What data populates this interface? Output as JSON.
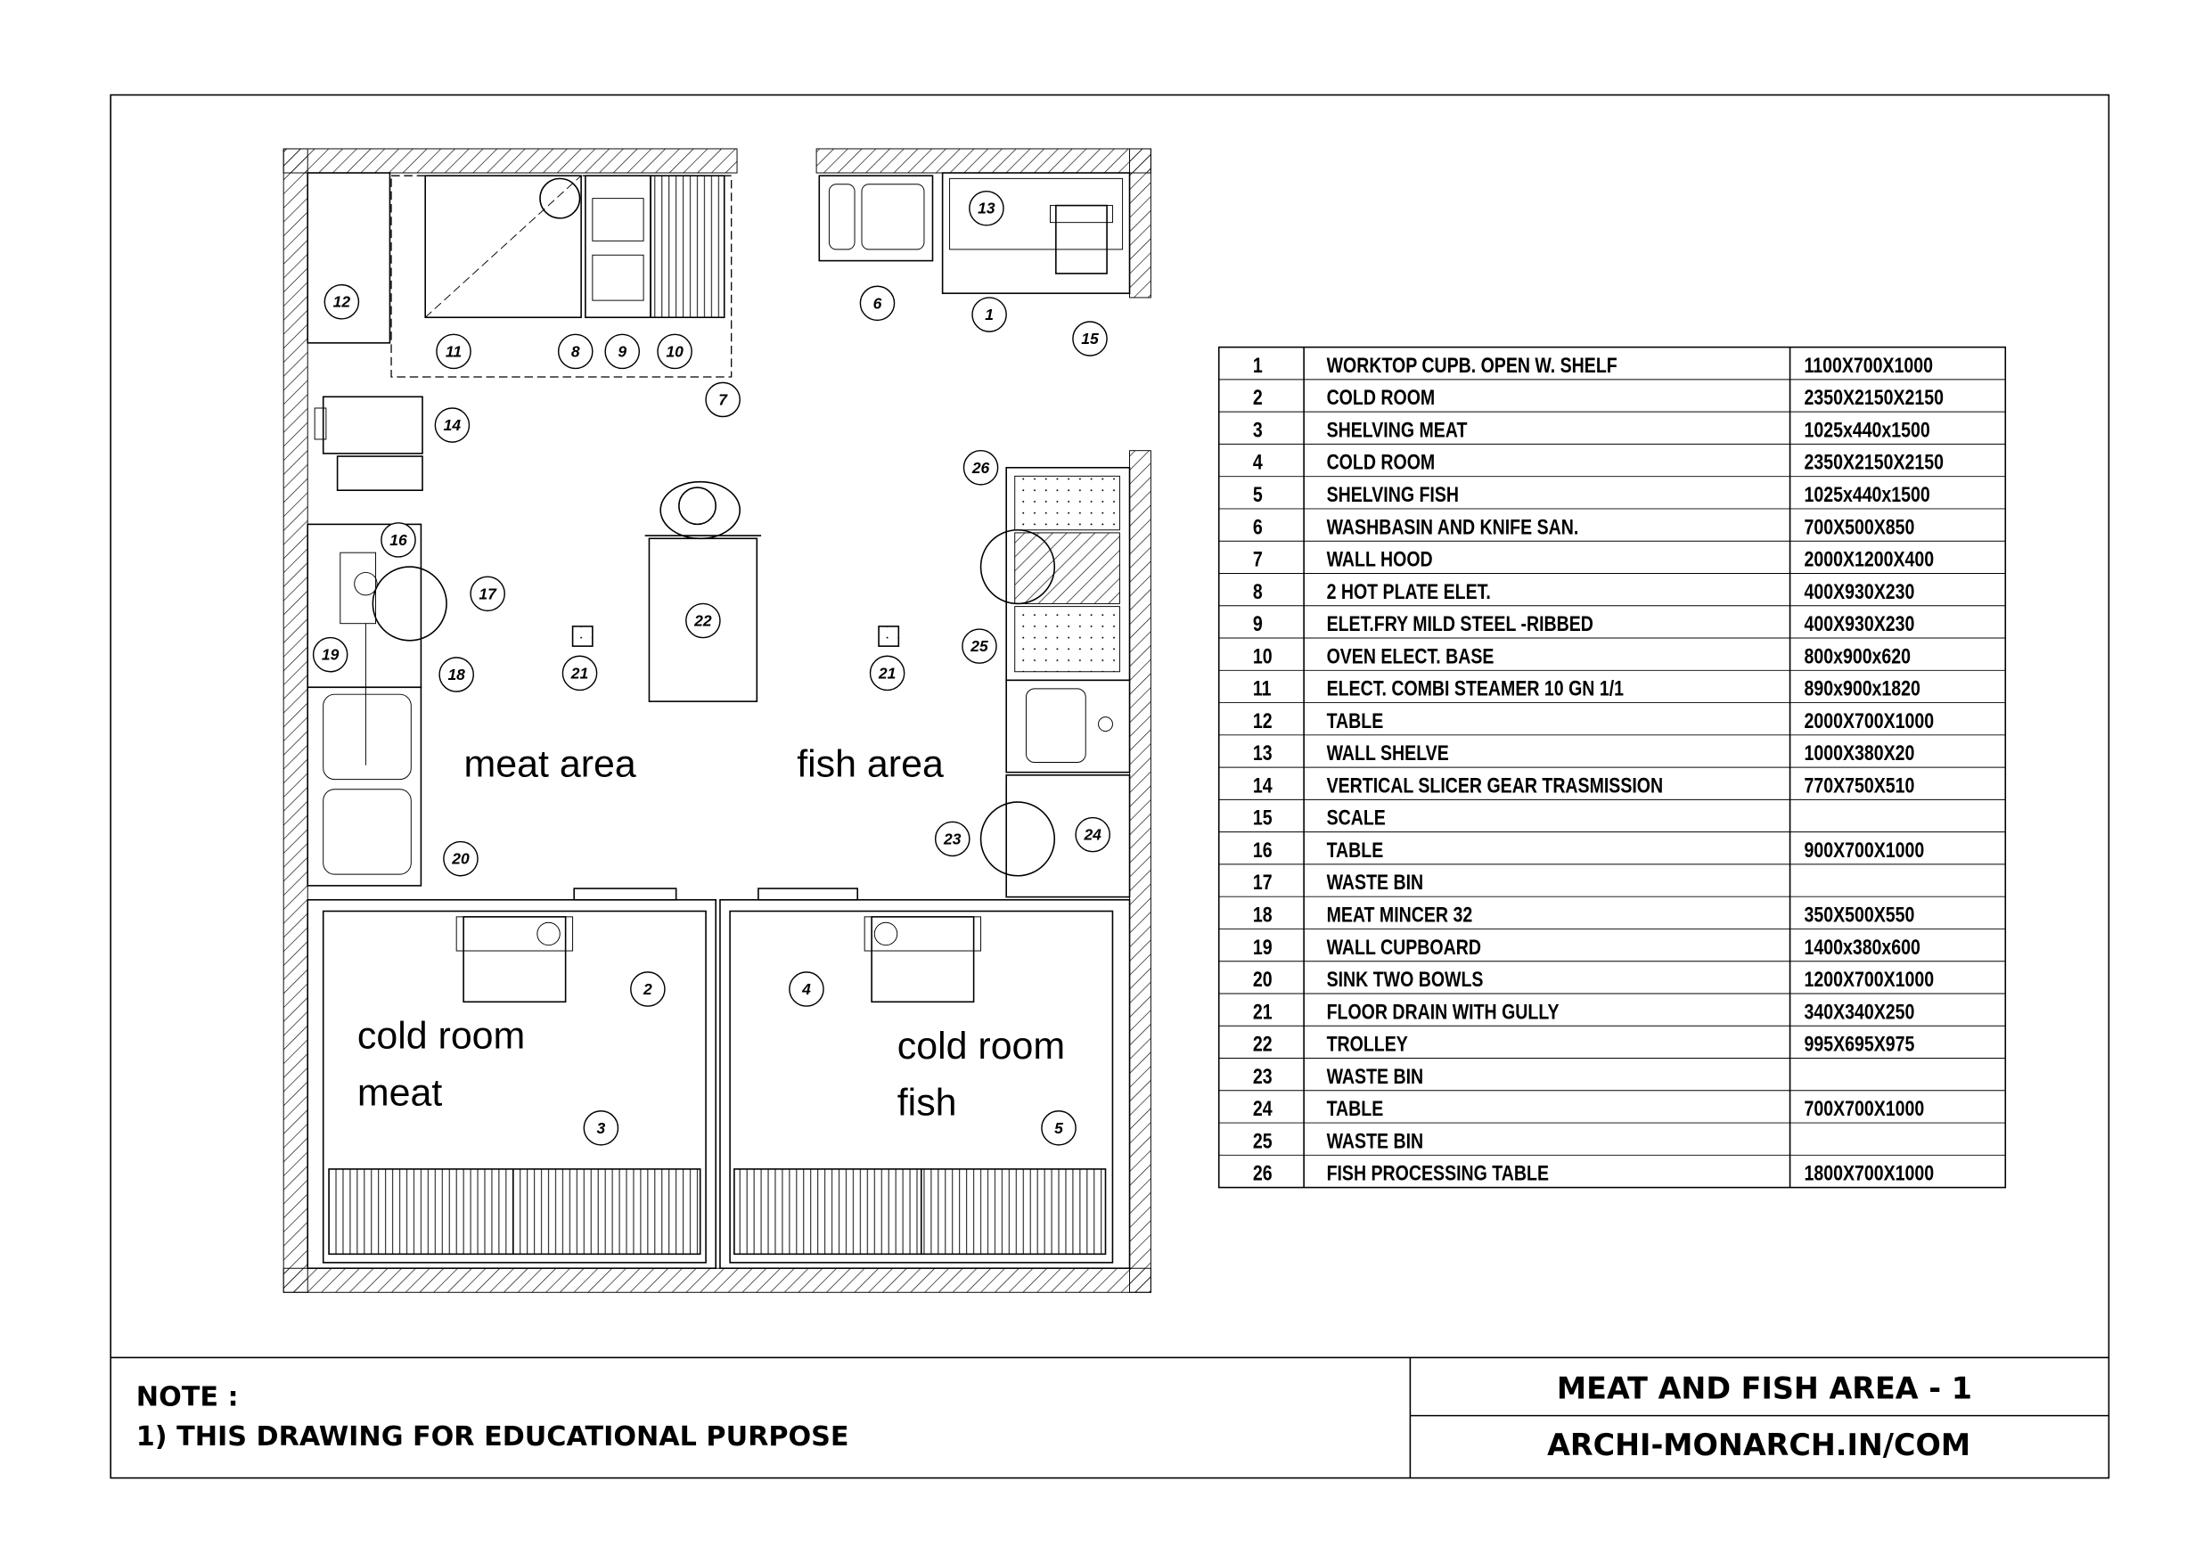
{
  "drawing": {
    "title": "MEAT AND FISH AREA - 1",
    "website": "ARCHI-MONARCH.IN/COM",
    "note_label": "NOTE :",
    "note_text": "1) THIS DRAWING FOR EDUCATIONAL PURPOSE"
  },
  "plan": {
    "labels": {
      "meat_area": "meat area",
      "fish_area": "fish area",
      "cold_room_meat_1": "cold room",
      "cold_room_meat_2": "meat",
      "cold_room_fish_1": "cold room",
      "cold_room_fish_2": "fish"
    },
    "callouts": [
      "12",
      "11",
      "8",
      "9",
      "10",
      "7",
      "6",
      "13",
      "1",
      "15",
      "14",
      "26",
      "16",
      "17",
      "22",
      "21",
      "21",
      "25",
      "19",
      "18",
      "23",
      "24",
      "20",
      "2",
      "4",
      "3",
      "5"
    ]
  },
  "schedule": {
    "rows": [
      {
        "no": "1",
        "item": "WORKTOP CUPB. OPEN W. SHELF",
        "size": "1100X700X1000"
      },
      {
        "no": "2",
        "item": "COLD ROOM",
        "size": "2350X2150X2150"
      },
      {
        "no": "3",
        "item": "SHELVING MEAT",
        "size": "1025x440x1500"
      },
      {
        "no": "4",
        "item": "COLD ROOM",
        "size": "2350X2150X2150"
      },
      {
        "no": "5",
        "item": "SHELVING      FISH",
        "size": "1025x440x1500"
      },
      {
        "no": "6",
        "item": "WASHBASIN AND KNIFE SAN.",
        "size": "700X500X850"
      },
      {
        "no": "7",
        "item": "WALL HOOD",
        "size": "2000X1200X400"
      },
      {
        "no": "8",
        "item": "2 HOT PLATE ELET.",
        "size": "400X930X230"
      },
      {
        "no": "9",
        "item": "ELET.FRY MILD STEEL -RIBBED",
        "size": "400X930X230"
      },
      {
        "no": "10",
        "item": "OVEN ELECT. BASE",
        "size": "800x900x620"
      },
      {
        "no": "11",
        "item": "ELECT. COMBI STEAMER 10 GN 1/1",
        "size": "890x900x1820"
      },
      {
        "no": "12",
        "item": "TABLE",
        "size": "2000X700X1000"
      },
      {
        "no": "13",
        "item": "WALL SHELVE",
        "size": "1000X380X20"
      },
      {
        "no": "14",
        "item": "VERTICAL SLICER GEAR TRASMISSION",
        "size": "770X750X510"
      },
      {
        "no": "15",
        "item": "SCALE",
        "size": ""
      },
      {
        "no": "16",
        "item": "TABLE",
        "size": "900X700X1000"
      },
      {
        "no": "17",
        "item": "WASTE BIN",
        "size": ""
      },
      {
        "no": "18",
        "item": "MEAT MINCER 32",
        "size": "350X500X550"
      },
      {
        "no": "19",
        "item": "WALL CUPBOARD",
        "size": "1400x380x600"
      },
      {
        "no": "20",
        "item": "SINK TWO BOWLS",
        "size": "1200X700X1000"
      },
      {
        "no": "21",
        "item": "FLOOR DRAIN WITH GULLY",
        "size": "340X340X250"
      },
      {
        "no": "22",
        "item": "TROLLEY",
        "size": "995X695X975"
      },
      {
        "no": "23",
        "item": "WASTE BIN",
        "size": ""
      },
      {
        "no": "24",
        "item": "TABLE",
        "size": "700X700X1000"
      },
      {
        "no": "25",
        "item": "WASTE BIN",
        "size": ""
      },
      {
        "no": "26",
        "item": "FISH PROCESSING TABLE",
        "size": "1800X700X1000"
      }
    ]
  }
}
